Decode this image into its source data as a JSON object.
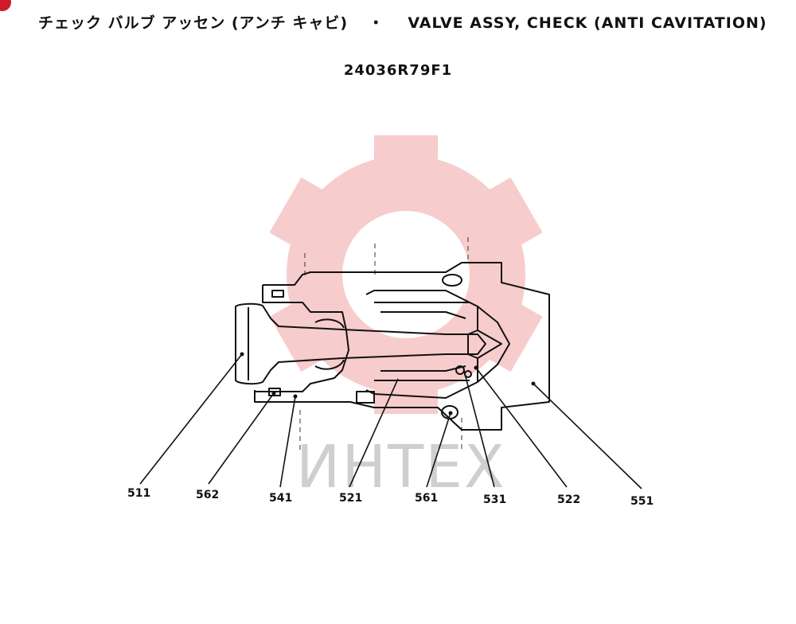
{
  "header": {
    "title_jp": "チェック バルブ アッセン (アンチ キャビ)",
    "separator": "・",
    "title_en": "VALVE ASSY, CHECK (ANTI CAVITATION)",
    "part_number": "24036R79F1"
  },
  "watermark": {
    "text": "ИНТЕХ",
    "color": "#f6c4c4"
  },
  "callouts": [
    {
      "id": "callout-511",
      "label": "511"
    },
    {
      "id": "callout-562",
      "label": "562"
    },
    {
      "id": "callout-541",
      "label": "541"
    },
    {
      "id": "callout-521",
      "label": "521"
    },
    {
      "id": "callout-561",
      "label": "561"
    },
    {
      "id": "callout-531",
      "label": "531"
    },
    {
      "id": "callout-522",
      "label": "522"
    },
    {
      "id": "callout-551",
      "label": "551"
    }
  ]
}
